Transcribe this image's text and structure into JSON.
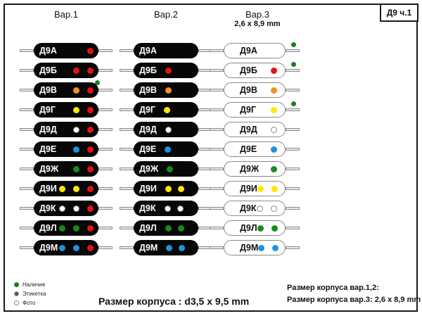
{
  "title": "Д9 ч.1",
  "columns": [
    {
      "label": "Вар.1",
      "sublabel": ""
    },
    {
      "label": "Вар.2",
      "sublabel": ""
    },
    {
      "label": "Вар.3",
      "sublabel": "2,6 x 8,9 mm"
    }
  ],
  "colors": {
    "red": "#e81111",
    "orange": "#ef9221",
    "yellow": "#ffe800",
    "white": "#ffffff",
    "blue": "#2191dd",
    "green": "#1b8a1b",
    "availability_green": "#1e7d1e"
  },
  "rows": [
    {
      "label": "Д9А",
      "v1": [
        "red"
      ],
      "v2": [],
      "v3": [],
      "avail_v1": false,
      "avail_v3": true
    },
    {
      "label": "Д9Б",
      "v1": [
        "red",
        "red"
      ],
      "v2": [
        "red"
      ],
      "v3": [
        "red"
      ],
      "avail_v1": false,
      "avail_v3": true
    },
    {
      "label": "Д9В",
      "v1": [
        "orange",
        "red"
      ],
      "v2": [
        "orange"
      ],
      "v3": [
        "orange"
      ],
      "avail_v1": true,
      "avail_v3": false
    },
    {
      "label": "Д9Г",
      "v1": [
        "yellow",
        "red"
      ],
      "v2": [
        "yellow"
      ],
      "v3": [
        "yellow"
      ],
      "avail_v1": false,
      "avail_v3": true
    },
    {
      "label": "Д9Д",
      "v1": [
        "white",
        "red"
      ],
      "v2": [
        "white"
      ],
      "v3": [
        "white"
      ],
      "avail_v1": false,
      "avail_v3": false
    },
    {
      "label": "Д9Е",
      "v1": [
        "blue",
        "red"
      ],
      "v2": [
        "blue"
      ],
      "v3": [
        "blue"
      ],
      "avail_v1": false,
      "avail_v3": false
    },
    {
      "label": "Д9Ж",
      "v1": [
        "green",
        "red"
      ],
      "v2": [
        "green"
      ],
      "v3": [
        "green"
      ],
      "avail_v1": false,
      "avail_v3": false
    },
    {
      "label": "Д9И",
      "v1": [
        "yellow",
        "yellow",
        "red"
      ],
      "v2": [
        "yellow",
        "yellow"
      ],
      "v3": [
        "yellow",
        "yellow"
      ],
      "avail_v1": false,
      "avail_v3": false
    },
    {
      "label": "Д9К",
      "v1": [
        "white",
        "white",
        "red"
      ],
      "v2": [
        "white",
        "white"
      ],
      "v3": [
        "white",
        "white"
      ],
      "avail_v1": false,
      "avail_v3": false
    },
    {
      "label": "Д9Л",
      "v1": [
        "green",
        "green",
        "red"
      ],
      "v2": [
        "green",
        "green"
      ],
      "v3": [
        "green",
        "green"
      ],
      "avail_v1": false,
      "avail_v3": false
    },
    {
      "label": "Д9М",
      "v1": [
        "blue",
        "blue",
        "red"
      ],
      "v2": [
        "blue",
        "blue"
      ],
      "v3": [
        "blue",
        "blue"
      ],
      "avail_v1": false,
      "avail_v3": false
    }
  ],
  "legend": {
    "items": [
      {
        "label": "Наличие",
        "dot_fill": "#1e7d1e",
        "dot_ring": "#1e7d1e"
      },
      {
        "label": "Этикетка",
        "dot_fill": "#555555",
        "dot_ring": "#9a9a9a"
      },
      {
        "label": "Фото",
        "dot_fill": "#ffffff",
        "dot_ring": "#c55bc5"
      }
    ]
  },
  "footer": {
    "center": "Размер корпуса : d3,5 x 9,5 mm",
    "right_line1": "Размер корпуса вар.1,2:",
    "right_line2": "Размер корпуса вар.3: 2,6 x 8,9 mm"
  }
}
